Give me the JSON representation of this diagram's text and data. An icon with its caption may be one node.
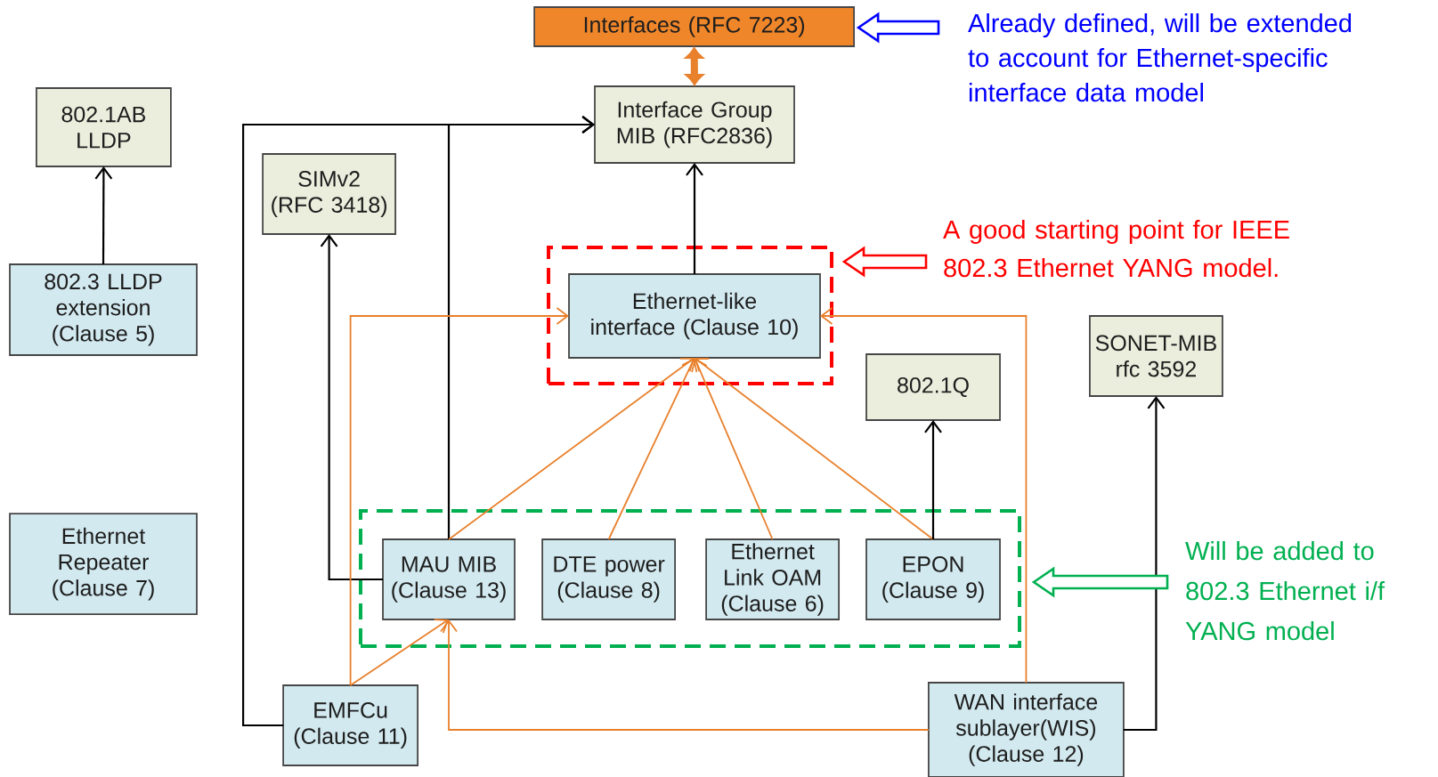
{
  "diagram": {
    "nodes": [
      {
        "text": [
          "Interfaces (RFC 7223)"
        ]
      },
      {
        "text": [
          "Already defined, will be extended to account for Ethernet-specific interface data model"
        ]
      },
      {
        "text": [
          "Interface Group MIB (RFC2836)"
        ]
      },
      {
        "text": [
          "802.1AB LLDP"
        ]
      },
      {
        "text": [
          "802.3 LLDP extension (Clause 5)"
        ]
      },
      {
        "text": [
          "SIMv2 (RFC 3418)"
        ]
      },
      {
        "text": [],
        "shape": "box"
      },
      {
        "text": [
          "Ethernet-like interface (Clause 10)"
        ],
        "in": 6
      },
      {
        "text": [
          "A good starting point for IEEE 802.3 Ethernet YANG model."
        ]
      },
      {
        "text": [
          "SONET-MIB rfc 3592"
        ]
      },
      {
        "text": [
          "802.1Q"
        ]
      },
      {
        "text": [
          "Ethernet Repeater (Clause 7)"
        ]
      },
      {
        "text": [],
        "shape": "box"
      },
      {
        "text": [
          "MAU MIB (Clause 13)"
        ],
        "in": 12
      },
      {
        "text": [
          "DTE power (Clause 8)"
        ],
        "in": 12
      },
      {
        "text": [
          "Ethernet Link OAM (Clause 6)"
        ],
        "in": 12
      },
      {
        "text": [
          "EPON (Clause 9)"
        ],
        "in": 12
      },
      {
        "text": [
          "Will be added to 802.3 Ethernet i/f YANG model"
        ]
      },
      {
        "text": [
          "EMFCu (Clause 11)"
        ]
      },
      {
        "text": [
          "WAN interface sublayer(WIS) (Clause 12)"
        ]
      }
    ],
    "edges": [
      {
        "from": 1,
        "to": 0,
        "arrow": "to",
        "style": "thick",
        "color": "#0000ff"
      },
      {
        "from": 0,
        "to": 2,
        "arrow": "both",
        "style": "thick",
        "color": "#e8802c"
      },
      {
        "from": 4,
        "to": 3,
        "arrow": "to",
        "color": "#000000"
      },
      {
        "from": 7,
        "to": 2,
        "arrow": "to",
        "color": "#000000"
      },
      {
        "from": 13,
        "to": 5,
        "arrow": "to",
        "color": "#000000"
      },
      {
        "from": 13,
        "to": 2,
        "arrow": "to",
        "color": "#000000"
      },
      {
        "from": 18,
        "to": 2,
        "arrow": "to",
        "color": "#000000"
      },
      {
        "from": 8,
        "to": 6,
        "arrow": "to",
        "style": "thick",
        "color": "#ff0000"
      },
      {
        "from": 13,
        "to": 7,
        "arrow": "to",
        "color": "#e8802c"
      },
      {
        "from": 14,
        "to": 7,
        "arrow": "to",
        "color": "#e8802c"
      },
      {
        "from": 15,
        "to": 7,
        "arrow": "to",
        "color": "#e8802c"
      },
      {
        "from": 16,
        "to": 7,
        "arrow": "to",
        "color": "#e8802c"
      },
      {
        "from": 16,
        "to": 10,
        "arrow": "to",
        "color": "#000000"
      },
      {
        "from": 18,
        "to": 7,
        "arrow": "to",
        "color": "#e8802c"
      },
      {
        "from": 18,
        "to": 13,
        "arrow": "to",
        "color": "#e8802c"
      },
      {
        "from": 19,
        "to": 13,
        "arrow": "to",
        "color": "#e8802c"
      },
      {
        "from": 19,
        "to": 7,
        "arrow": "to",
        "color": "#e8802c"
      },
      {
        "from": 19,
        "to": 9,
        "arrow": "to",
        "color": "#000000"
      },
      {
        "from": 17,
        "to": 12,
        "arrow": "to",
        "style": "thick",
        "color": "#00b050"
      }
    ]
  }
}
